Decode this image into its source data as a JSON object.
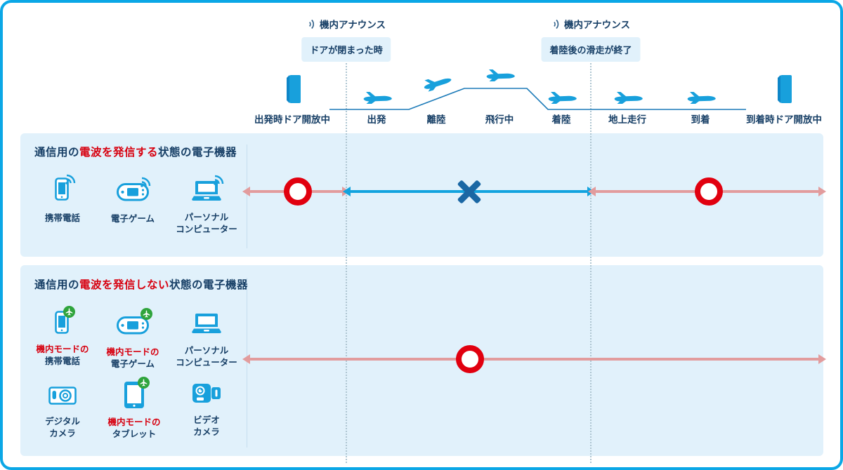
{
  "announcements": [
    {
      "icon": "speaker-icon",
      "title": "機内アナウンス",
      "note": "ドアが閉まった時"
    },
    {
      "icon": "speaker-icon",
      "title": "機内アナウンス",
      "note": "着陸後の滑走が終了"
    }
  ],
  "phases": [
    {
      "label": "出発時ドア開放中",
      "icon": "door-open-icon"
    },
    {
      "label": "出発",
      "icon": "plane-icon"
    },
    {
      "label": "離陸",
      "icon": "plane-ascending-icon"
    },
    {
      "label": "飛行中",
      "icon": "plane-cruise-icon"
    },
    {
      "label": "着陸",
      "icon": "plane-icon"
    },
    {
      "label": "地上走行",
      "icon": "plane-icon"
    },
    {
      "label": "到着",
      "icon": "plane-icon"
    },
    {
      "label": "到着時ドア開放中",
      "icon": "door-open-icon"
    }
  ],
  "sections": [
    {
      "title_prefix": "通信用の",
      "title_highlight": "電波を発信する",
      "title_suffix": "状態の電子機器",
      "devices": [
        {
          "icon": "smartphone-wifi-icon",
          "line1": "携帯電話"
        },
        {
          "icon": "game-wifi-icon",
          "line1": "電子ゲーム"
        },
        {
          "icon": "laptop-wifi-icon",
          "line1": "パーソナル",
          "line2": "コンピューター"
        }
      ],
      "marks": [
        "red-circle",
        "blue-cross",
        "red-circle"
      ]
    },
    {
      "title_prefix": "通信用の",
      "title_highlight": "電波を発信しない",
      "title_suffix": "状態の電子機器",
      "devices": [
        {
          "icon": "smartphone-airplane-mode-icon",
          "red": "機内モードの",
          "line1": "携帯電話"
        },
        {
          "icon": "game-airplane-mode-icon",
          "red": "機内モードの",
          "line1": "電子ゲーム"
        },
        {
          "icon": "laptop-icon",
          "line1": "パーソナル",
          "line2": "コンピューター"
        },
        {
          "icon": "digital-camera-icon",
          "line1": "デジタル",
          "line2": "カメラ"
        },
        {
          "icon": "tablet-airplane-mode-icon",
          "red": "機内モードの",
          "line1": "タブレット"
        },
        {
          "icon": "video-camera-icon",
          "line1": "ビデオ",
          "line2": "カメラ"
        }
      ],
      "marks": [
        "red-circle"
      ]
    }
  ],
  "colors": {
    "border": "#0BA7E6",
    "panel_bg": "#E1F1FB",
    "navy": "#173F66",
    "red": "#D7000F",
    "ring_red": "#E1000F",
    "pink": "#E29C9D",
    "arrow_blue": "#12A3DE",
    "cross_navy": "#1A67A4",
    "icon_blue": "#18A0DC",
    "badge_green": "#2FA43C"
  }
}
